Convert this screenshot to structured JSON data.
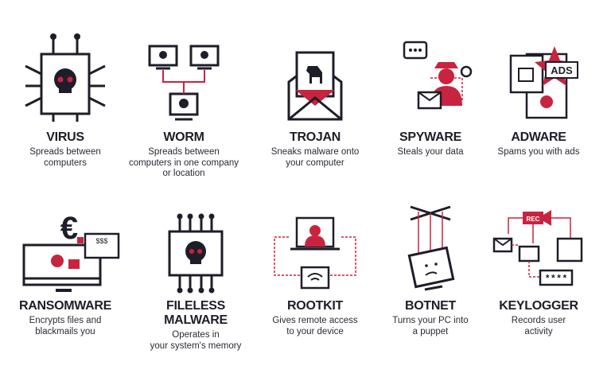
{
  "colors": {
    "dark": "#1e1e2a",
    "accent": "#c8243f"
  },
  "items": [
    {
      "title": "VIRUS",
      "desc": "Spreads between\ncomputers",
      "icon": "virus-chip-skull-icon"
    },
    {
      "title": "WORM",
      "desc": "Spreads between\ncomputers in one company\nor location",
      "icon": "networked-computers-skull-icon"
    },
    {
      "title": "TROJAN",
      "desc": "Sneaks malware onto\nyour computer",
      "icon": "envelope-trojan-horse-icon"
    },
    {
      "title": "SPYWARE",
      "desc": "Steals your data",
      "icon": "spy-messages-icon"
    },
    {
      "title": "ADWARE",
      "desc": "Spams you with ads",
      "icon": "ads-popups-icon",
      "badge": "ADS"
    },
    {
      "title": "RANSOMWARE",
      "desc": "Encrypts files and\nblackmails you",
      "icon": "monitor-lock-euro-icon",
      "card": "$$$"
    },
    {
      "title": "FILELESS MALWARE",
      "desc": "Operates in\nyour system's memory",
      "icon": "memory-chip-skull-icon"
    },
    {
      "title": "ROOTKIT",
      "desc": "Gives remote access\nto your device",
      "icon": "remote-access-laptop-icon"
    },
    {
      "title": "BOTNET",
      "desc": "Turns your PC into\na puppet",
      "icon": "puppet-computer-icon"
    },
    {
      "title": "KEYLOGGER",
      "desc": "Records user\nactivity",
      "icon": "camera-recording-icon",
      "rec": "REC",
      "password": "****"
    }
  ]
}
